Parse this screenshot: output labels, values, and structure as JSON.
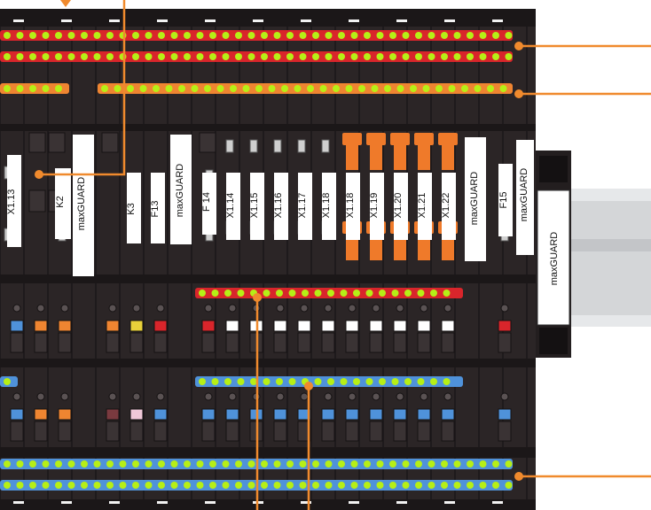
{
  "colors": {
    "background": "#ffffff",
    "housing": "#2b2526",
    "housing_dark": "#1b1718",
    "rail_red": "#d9252b",
    "rail_orange": "#ef8531",
    "rail_blue": "#4f92da",
    "bus_dot": "#b6ef16",
    "callout": "#f08a2d",
    "lever_orange": "#ef7a2a",
    "label_plate": "#ffffff",
    "din_rail": "#d4d6d8"
  },
  "icons": {
    "bus_connection_point": "green-dot-icon",
    "callout_endpoint": "orange-dot-icon"
  },
  "labels": {
    "x113": "X1.13",
    "k2": "K2",
    "maxguard_1": "maxGUARD",
    "k3": "K3",
    "f13": "F13",
    "maxguard_2": "maxGUARD",
    "f14": "F 14",
    "x114": "X1.14",
    "x115": "X1.15",
    "x116": "X1.16",
    "x117": "X1.17",
    "x118a": "X1.18",
    "x118b": "X1.18",
    "x119": "X1.19",
    "x120": "X1.20",
    "x121": "X1.21",
    "x122": "X1.22",
    "maxguard_3": "maxGUARD",
    "f15": "F15",
    "maxguard_4": "maxGUARD",
    "maxguard_end": "maxGUARD"
  }
}
